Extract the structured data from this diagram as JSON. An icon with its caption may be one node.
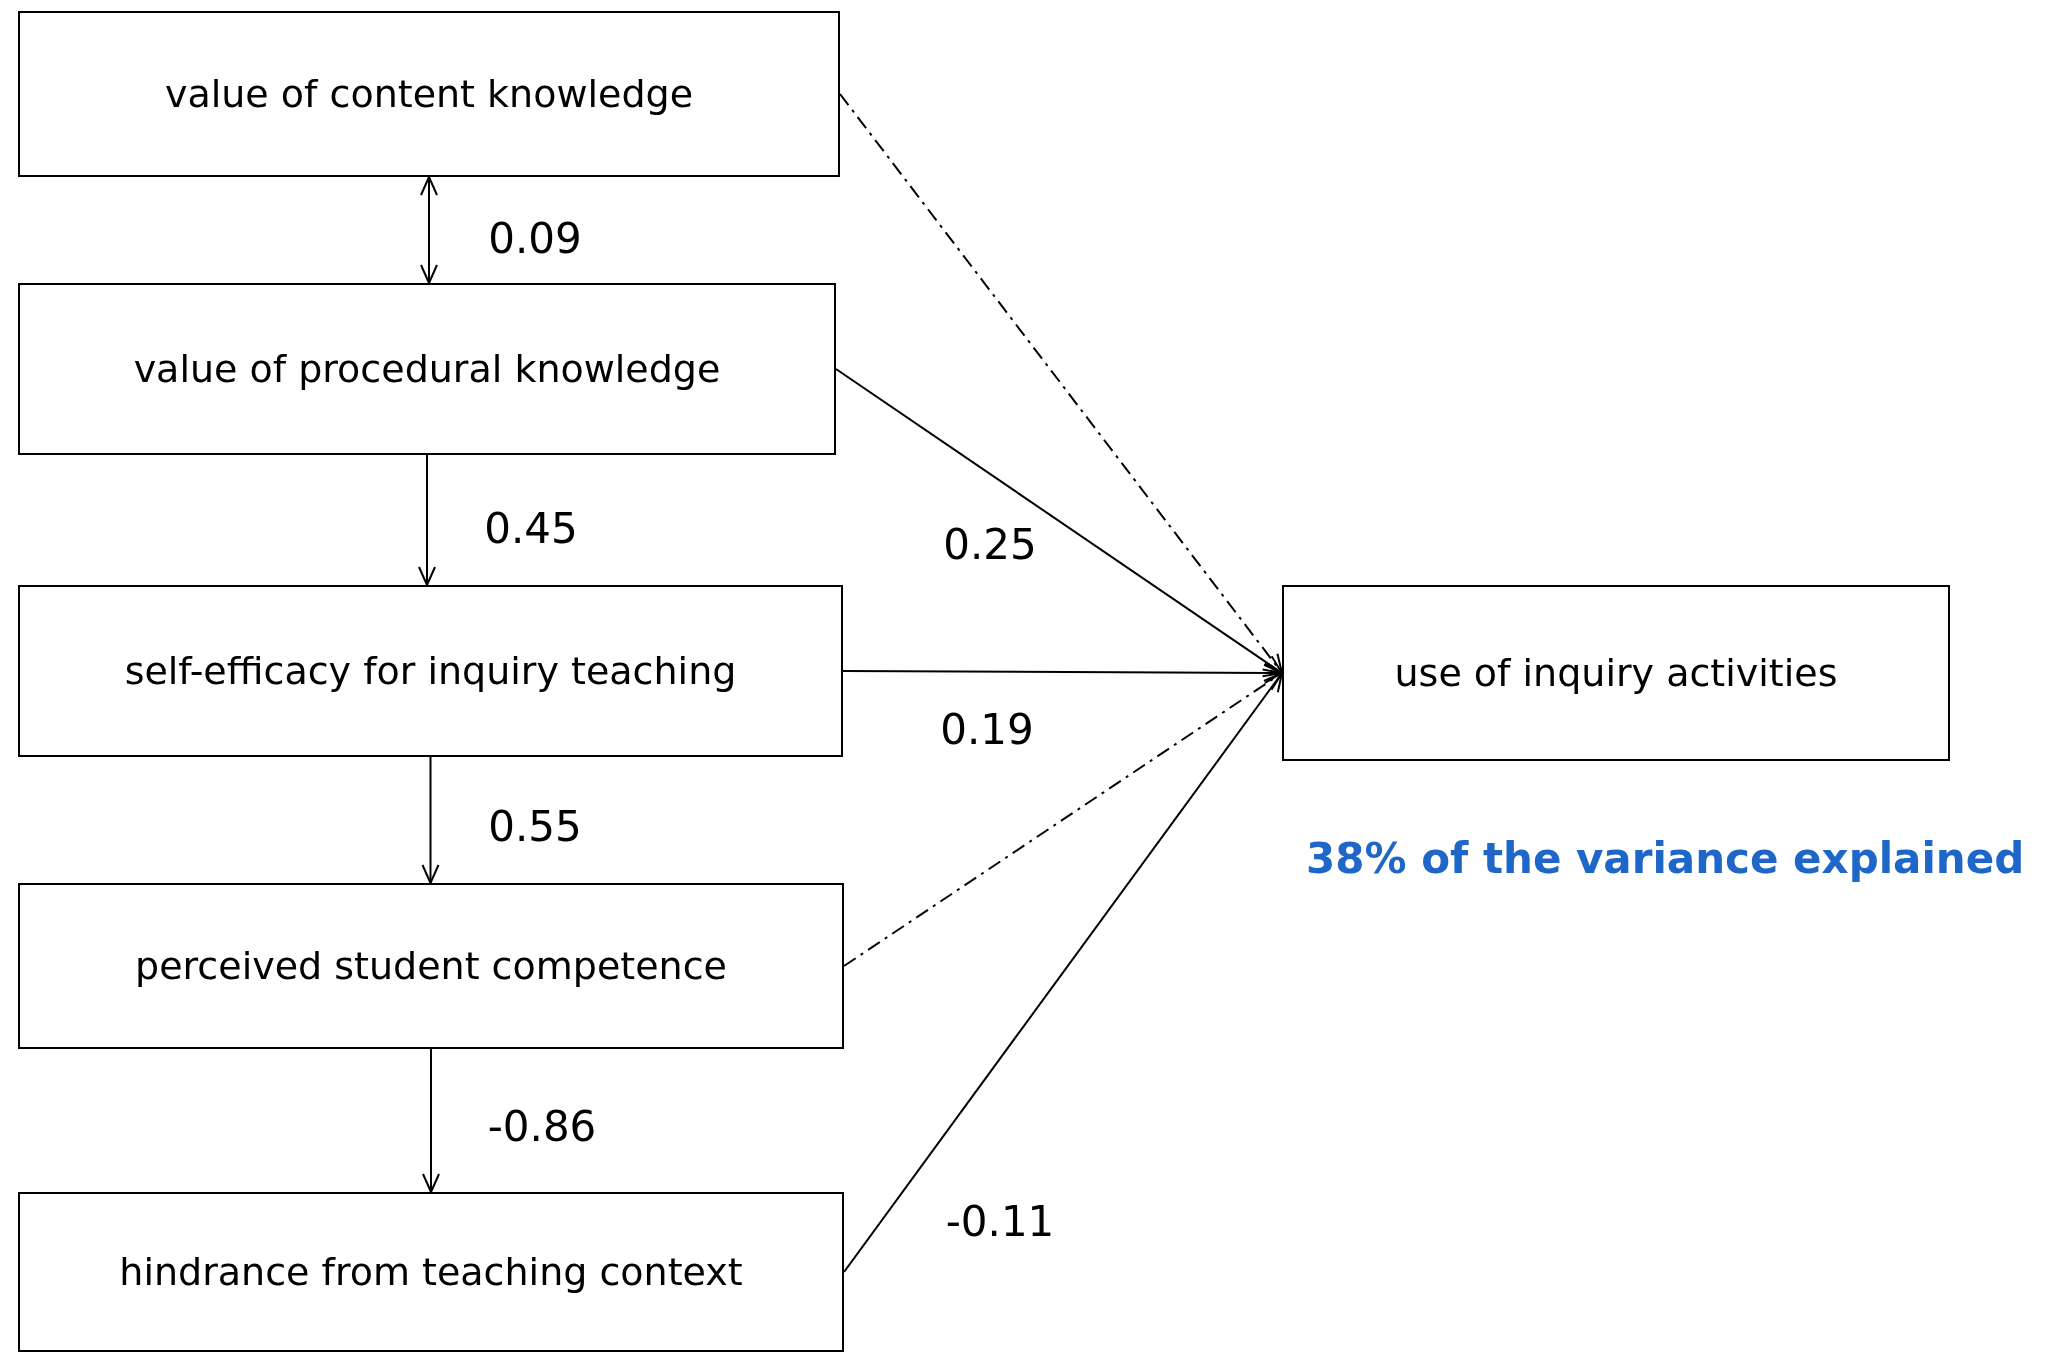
{
  "diagram": {
    "nodes": [
      {
        "text": [
          "value of content knowledge"
        ]
      },
      {
        "text": [
          "value of procedural knowledge"
        ]
      },
      {
        "text": [
          "self-efficacy for inquiry teaching"
        ]
      },
      {
        "text": [
          "perceived student competence"
        ]
      },
      {
        "text": [
          "hindrance from teaching context"
        ]
      },
      {
        "text": [
          "use of inquiry activities"
        ]
      }
    ],
    "edges": [
      {
        "from": 0,
        "to": 1,
        "arrow": "both",
        "label": "0.09"
      },
      {
        "from": 1,
        "to": 2,
        "arrow": "to",
        "label": "0.45"
      },
      {
        "from": 2,
        "to": 3,
        "arrow": "to",
        "label": "0.55"
      },
      {
        "from": 3,
        "to": 4,
        "arrow": "to",
        "label": "-0.86"
      },
      {
        "from": 0,
        "to": 5,
        "arrow": "to",
        "style": "dashed"
      },
      {
        "from": 1,
        "to": 5,
        "arrow": "to",
        "label": "0.25"
      },
      {
        "from": 2,
        "to": 5,
        "arrow": "to",
        "label": "0.19"
      },
      {
        "from": 3,
        "to": 5,
        "arrow": "to",
        "style": "dashed"
      },
      {
        "from": 4,
        "to": 5,
        "arrow": "to",
        "label": "-0.11"
      }
    ],
    "labels": [
      "38% of the variance explained"
    ]
  }
}
